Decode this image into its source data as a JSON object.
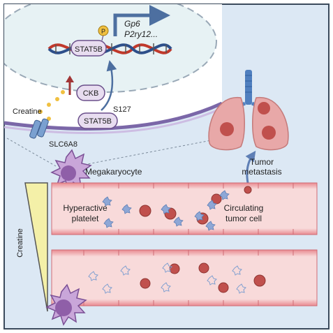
{
  "colors": {
    "panel_bg": "#dce8f4",
    "panel_border": "#3b4a5c",
    "cell_membrane": "#7b67a8",
    "dna_strand_red": "#c0392b",
    "dna_strand_blue": "#2d4f8a",
    "stat5b_fill": "#e8ddf0",
    "phospho": "#f0c040",
    "vessel_wall": "#e87d86",
    "vessel_lumen": "#f7d7d7",
    "tumor_cell": "#c0504d",
    "platelet": "#8ea7d6",
    "megakaryocyte": "#b08ac6",
    "lung": "#e8a8a8",
    "trachea": "#4f7fbf"
  },
  "nucleus": {
    "phospho_mark": "P",
    "stat5b_dna_label": "STAT5B",
    "target_genes": [
      "Gp6",
      "P2ry12..."
    ]
  },
  "cytoplasm": {
    "ckb_label": "CKB",
    "stat5b_label": "STAT5B",
    "site_label": "S127",
    "creatine_label": "Creatine",
    "transporter_label": "SLC6A8"
  },
  "labels": {
    "megakaryocyte": "Megakaryocyte",
    "tumor_metastasis": [
      "Tumor",
      "metastasis"
    ],
    "hyperactive_platelet": [
      "Hyperactive",
      "platelet"
    ],
    "circulating_tumor_cell": [
      "Circulating",
      "tumor cell"
    ],
    "creatine_gradient": "Creatine"
  }
}
